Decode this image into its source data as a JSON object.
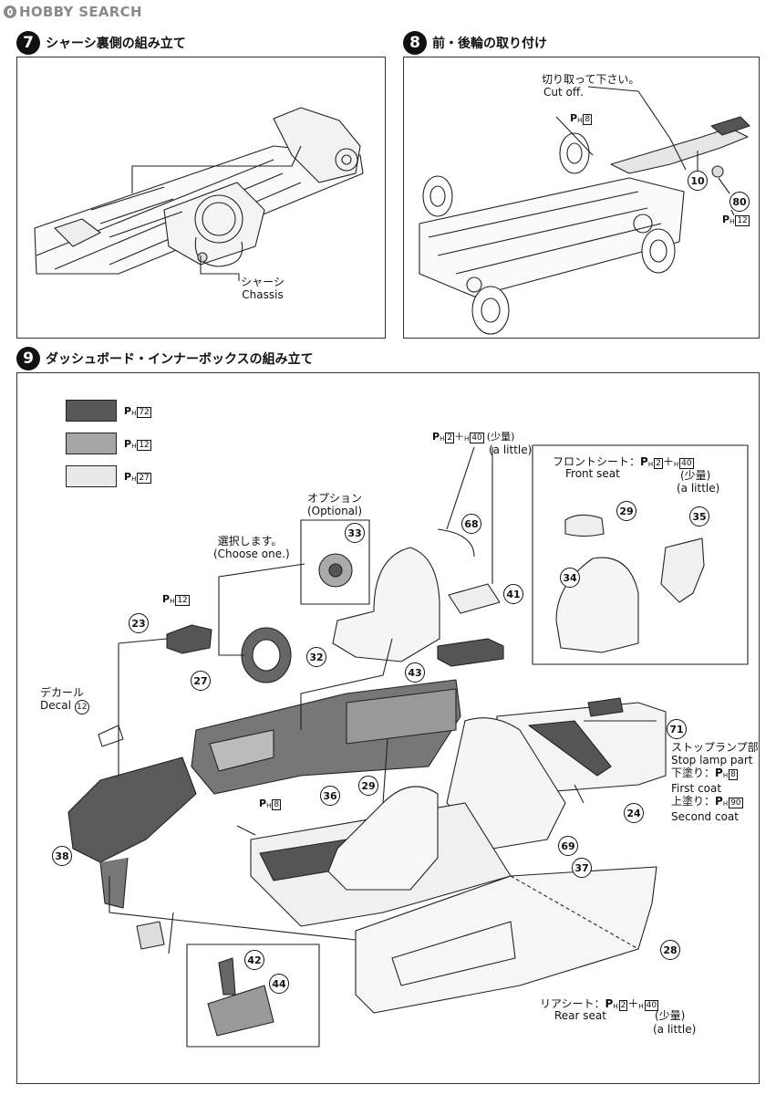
{
  "site": {
    "brand": "HOBBY SEARCH"
  },
  "steps": [
    {
      "number": "7",
      "title": "シャーシ裏側の組み立て"
    },
    {
      "number": "8",
      "title": "前・後輪の取り付け"
    },
    {
      "number": "9",
      "title": "ダッシュボード・インナーボックスの組み立て"
    }
  ],
  "step7": {
    "chassis_jp": "シャーシ",
    "chassis_en": "Chassis"
  },
  "step8": {
    "cutoff_jp": "切り取って下さい。",
    "cutoff_en": "Cut off.",
    "paint_top": {
      "prefix": "P",
      "sub": "H",
      "code": "8"
    },
    "paint_bottom": {
      "prefix": "P",
      "sub": "H",
      "code": "12"
    },
    "parts": [
      "10",
      "80"
    ]
  },
  "step9": {
    "legend": [
      {
        "color": "#585858",
        "prefix": "P",
        "sub": "H",
        "code": "72"
      },
      {
        "color": "#a6a6a6",
        "prefix": "P",
        "sub": "H",
        "code": "12"
      },
      {
        "color": "#e9e9e9",
        "prefix": "P",
        "sub": "H",
        "code": "27"
      }
    ],
    "option_jp": "オプション",
    "option_en": "(Optional)",
    "choose_jp": "選択します。",
    "choose_en": "(Choose one.)",
    "decal_jp": "デカール",
    "decal_en": "Decal",
    "decal_num": "12",
    "mix_top": {
      "a": "2",
      "b": "40",
      "note_jp": "(少量)",
      "note_en": "(a little)"
    },
    "front_seat": {
      "jp": "フロントシート：",
      "en": "Front seat",
      "a": "2",
      "b": "40",
      "note_jp": "(少量)",
      "note_en": "(a little)"
    },
    "rear_seat": {
      "jp": "リアシート：",
      "en": "Rear seat",
      "a": "2",
      "b": "40",
      "note_jp": "(少量)",
      "note_en": "(a little)"
    },
    "stop_lamp": {
      "jp": "ストップランプ部",
      "en": "Stop lamp part",
      "first_jp": "下塗り：",
      "first_code": "8",
      "first_en": "First coat",
      "second_jp": "上塗り：",
      "second_code": "90",
      "second_en": "Second coat"
    },
    "paint_23": "12",
    "paint_27": "8",
    "parts": [
      "23",
      "24",
      "27",
      "28",
      "29",
      "32",
      "33",
      "34",
      "35",
      "36",
      "37",
      "38",
      "41",
      "42",
      "43",
      "44",
      "68",
      "69",
      "71",
      "29"
    ]
  },
  "glyph": {
    "plus": "＋",
    "h": "H"
  }
}
